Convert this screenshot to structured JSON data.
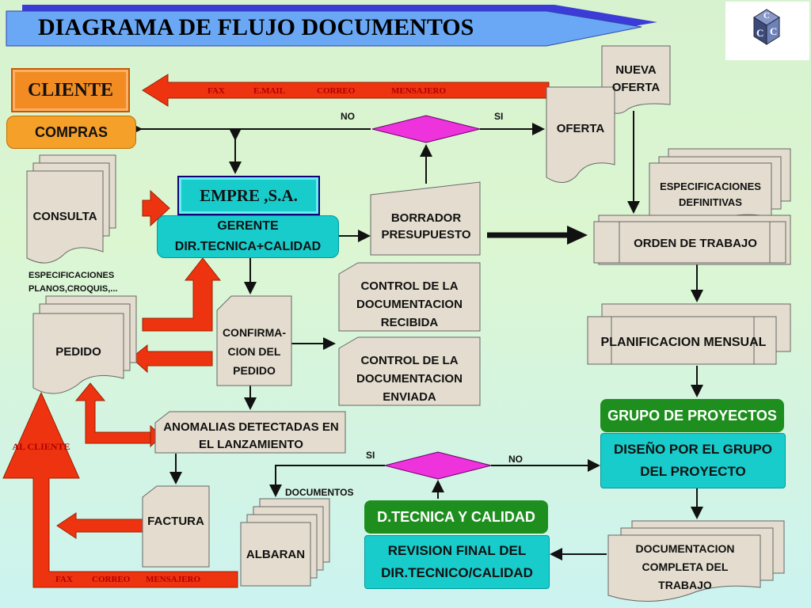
{
  "title": "DIAGRAMA DE FLUJO DOCUMENTOS",
  "logo_letters": [
    "C",
    "C",
    "C"
  ],
  "cliente": "CLIENTE",
  "compras": "COMPRAS",
  "channels_top": [
    "FAX",
    "E.MAIL",
    "CORREO",
    "MENSAJERO"
  ],
  "decision_top": {
    "no": "NO",
    "si": "SI"
  },
  "nueva_oferta": "NUEVA OFERTA",
  "oferta": "OFERTA",
  "consulta": "CONSULTA",
  "especificaciones_planos": "ESPECIFICACIONES PLANOS,CROQUIS,...",
  "empresa": "EMPRE ,S.A.",
  "gerente": "GERENTE DIR.TECNICA+CALIDAD",
  "borrador": "BORRADOR PRESUPUESTO",
  "especificaciones_definitivas": "ESPECIFICACIONES DEFINITIVAS",
  "orden_trabajo": "ORDEN DE TRABAJO",
  "control_recibida": "CONTROL DE LA DOCUMENTACION RECIBIDA",
  "control_enviada": "CONTROL DE LA DOCUMENTACION ENVIADA",
  "pedido": "PEDIDO",
  "confirmacion": "CONFIRMA- CION DEL PEDIDO",
  "planificacion": "PLANIFICACION MENSUAL",
  "grupo_proyectos": "GRUPO DE PROYECTOS",
  "diseno": "DISEÑO POR EL GRUPO DEL PROYECTO",
  "anomalias": "ANOMALIAS DETECTADAS EN EL LANZAMIENTO",
  "al_cliente": "AL CLIENTE",
  "decision_bottom": {
    "si": "SI",
    "no": "NO"
  },
  "documentos": "DOCUMENTOS",
  "factura": "FACTURA",
  "albaran": "ALBARAN",
  "dtecnica": "D.TECNICA Y CALIDAD",
  "revision": "REVISION FINAL DEL DIR.TECNICO/CALIDAD",
  "documentacion_completa": "DOCUMENTACION COMPLETA DEL TRABAJO",
  "channels_bottom": [
    "FAX",
    "CORREO",
    "MENSAJERO"
  ],
  "colors": {
    "red_arrow": "#ee3311",
    "teal": "#19cccc",
    "green": "#1e8f1e",
    "magenta": "#ee33dd",
    "title_blue": "#3366ee",
    "tan": "#e4ddcf"
  }
}
